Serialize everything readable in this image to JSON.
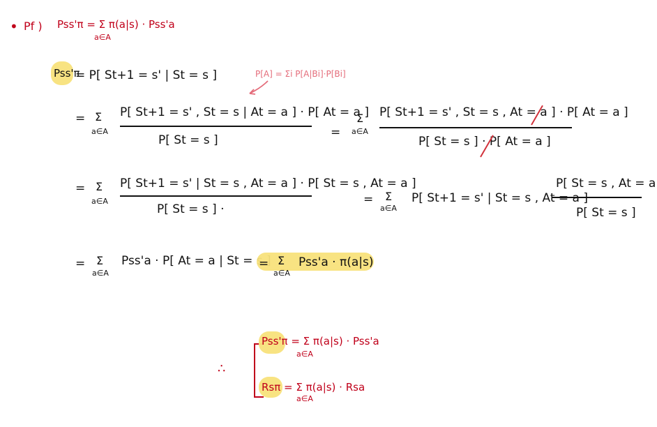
{
  "header": {
    "bullet": "•",
    "label": "Pf )",
    "formula": "Pss'π = Σ π(a|s) · Pss'a",
    "under": "a∈A"
  },
  "line1": {
    "lhs": "Pss'π",
    "rhs": "= P[ St+1 = s' | St = s ]"
  },
  "note": {
    "text": "P[A] = Σi P[A|Bi]·P[Bi]"
  },
  "line2": {
    "sum1": "Σ",
    "under1": "a∈A",
    "eq1": "=",
    "num1": "P[ St+1 = s' , St = s | At = a ] · P[ At = a ]",
    "den1": "P[ St = s ]",
    "eq2": "=",
    "sum2": "Σ",
    "under2": "a∈A",
    "num2": "P[ St+1 = s' , St = s , At = a ] · P[ At = a ]",
    "den2": "P[ St = s ] · P[ At = a ]"
  },
  "line3": {
    "eq1": "=",
    "sum1": "Σ",
    "under1": "a∈A",
    "num1": "P[ St+1 = s' | St = s , At = a ] · P[ St = s , At = a ]",
    "den1": "P[ St = s ] ·",
    "eq2": "=",
    "sum2": "Σ",
    "under2": "a∈A",
    "mid": "P[ St+1 = s' | St = s , At = a ]",
    "num2": "P[ St = s , At = a ]",
    "den2": "P[ St = s ]"
  },
  "line4": {
    "eq1": "=",
    "sum1": "Σ",
    "under1": "a∈A",
    "expr1": "Pss'a · P[ At = a | St = s ]",
    "eq2": "=",
    "sum2": "Σ",
    "under2": "a∈A",
    "expr2": "Pss'a · π(a|s)"
  },
  "conclusion": {
    "therefore": "∴",
    "row1": "Pss'π = Σ π(a|s) · Pss'a",
    "row1_under": "a∈A",
    "row2": "Rsπ = Σ π(a|s) · Rsa",
    "row2_under": "a∈A"
  },
  "colors": {
    "ink": "#111111",
    "red": "#c0001a",
    "note": "#e46c7a",
    "highlight": "#f8e27b"
  }
}
